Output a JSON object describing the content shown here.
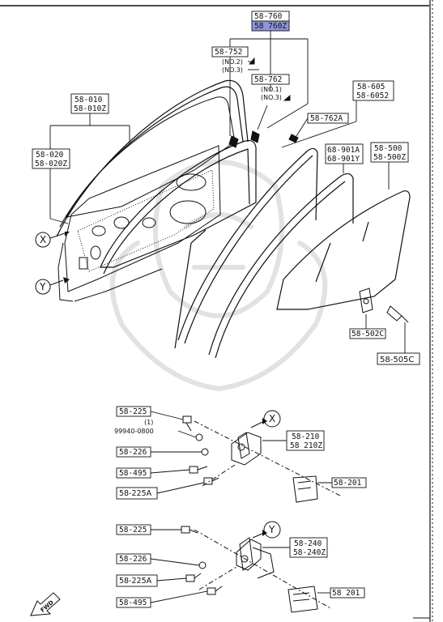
{
  "labels": {
    "header_top": "58-760",
    "header_highlight": "58 760Z",
    "p58_752": "58-752",
    "no2": "(NO.2)",
    "no3a": "(NO.3)",
    "p58_762": "58-762",
    "no1": "(NO.1)",
    "no3b": "(NO.3)",
    "p58_010": "58-010",
    "p58_010z": "58-010Z",
    "p58_020": "58-020",
    "p58_020z": "58-020Z",
    "p58_762a": "58-762A",
    "p58_605": "58-605",
    "p58_605z": "58-6052",
    "p68_901a": "68-901A",
    "p68_901y": "68-901Y",
    "p58_500": "58-500",
    "p58_500z": "58-500Z",
    "p58_502c": "58-502C",
    "p58_505c": "58-505C",
    "p58_225_top": "58-225",
    "note_1": "(1)",
    "p99940": "99940-0800",
    "p58_226_top": "58-226",
    "p58_495_top": "58-495",
    "p58_225a_top": "58-225A",
    "p58_210": "58-210",
    "p58_210z": "58 210Z",
    "p58_201_top": "58-201",
    "p58_225_bot": "58-225",
    "p58_226_bot": "58-226",
    "p58_225a_bot": "58-225A",
    "p58_495_bot": "58-495",
    "p58_240": "58-240",
    "p58_240z": "58-240Z",
    "p58_201_bot": "58 201",
    "circle_x_left": "X",
    "circle_y_left": "Y",
    "circle_x_hinge": "X",
    "circle_y_hinge": "Y",
    "fwd": "FWD"
  },
  "colors": {
    "line": "#111111",
    "highlight": "#8f95d8",
    "watermark": "#e2e2e2"
  }
}
